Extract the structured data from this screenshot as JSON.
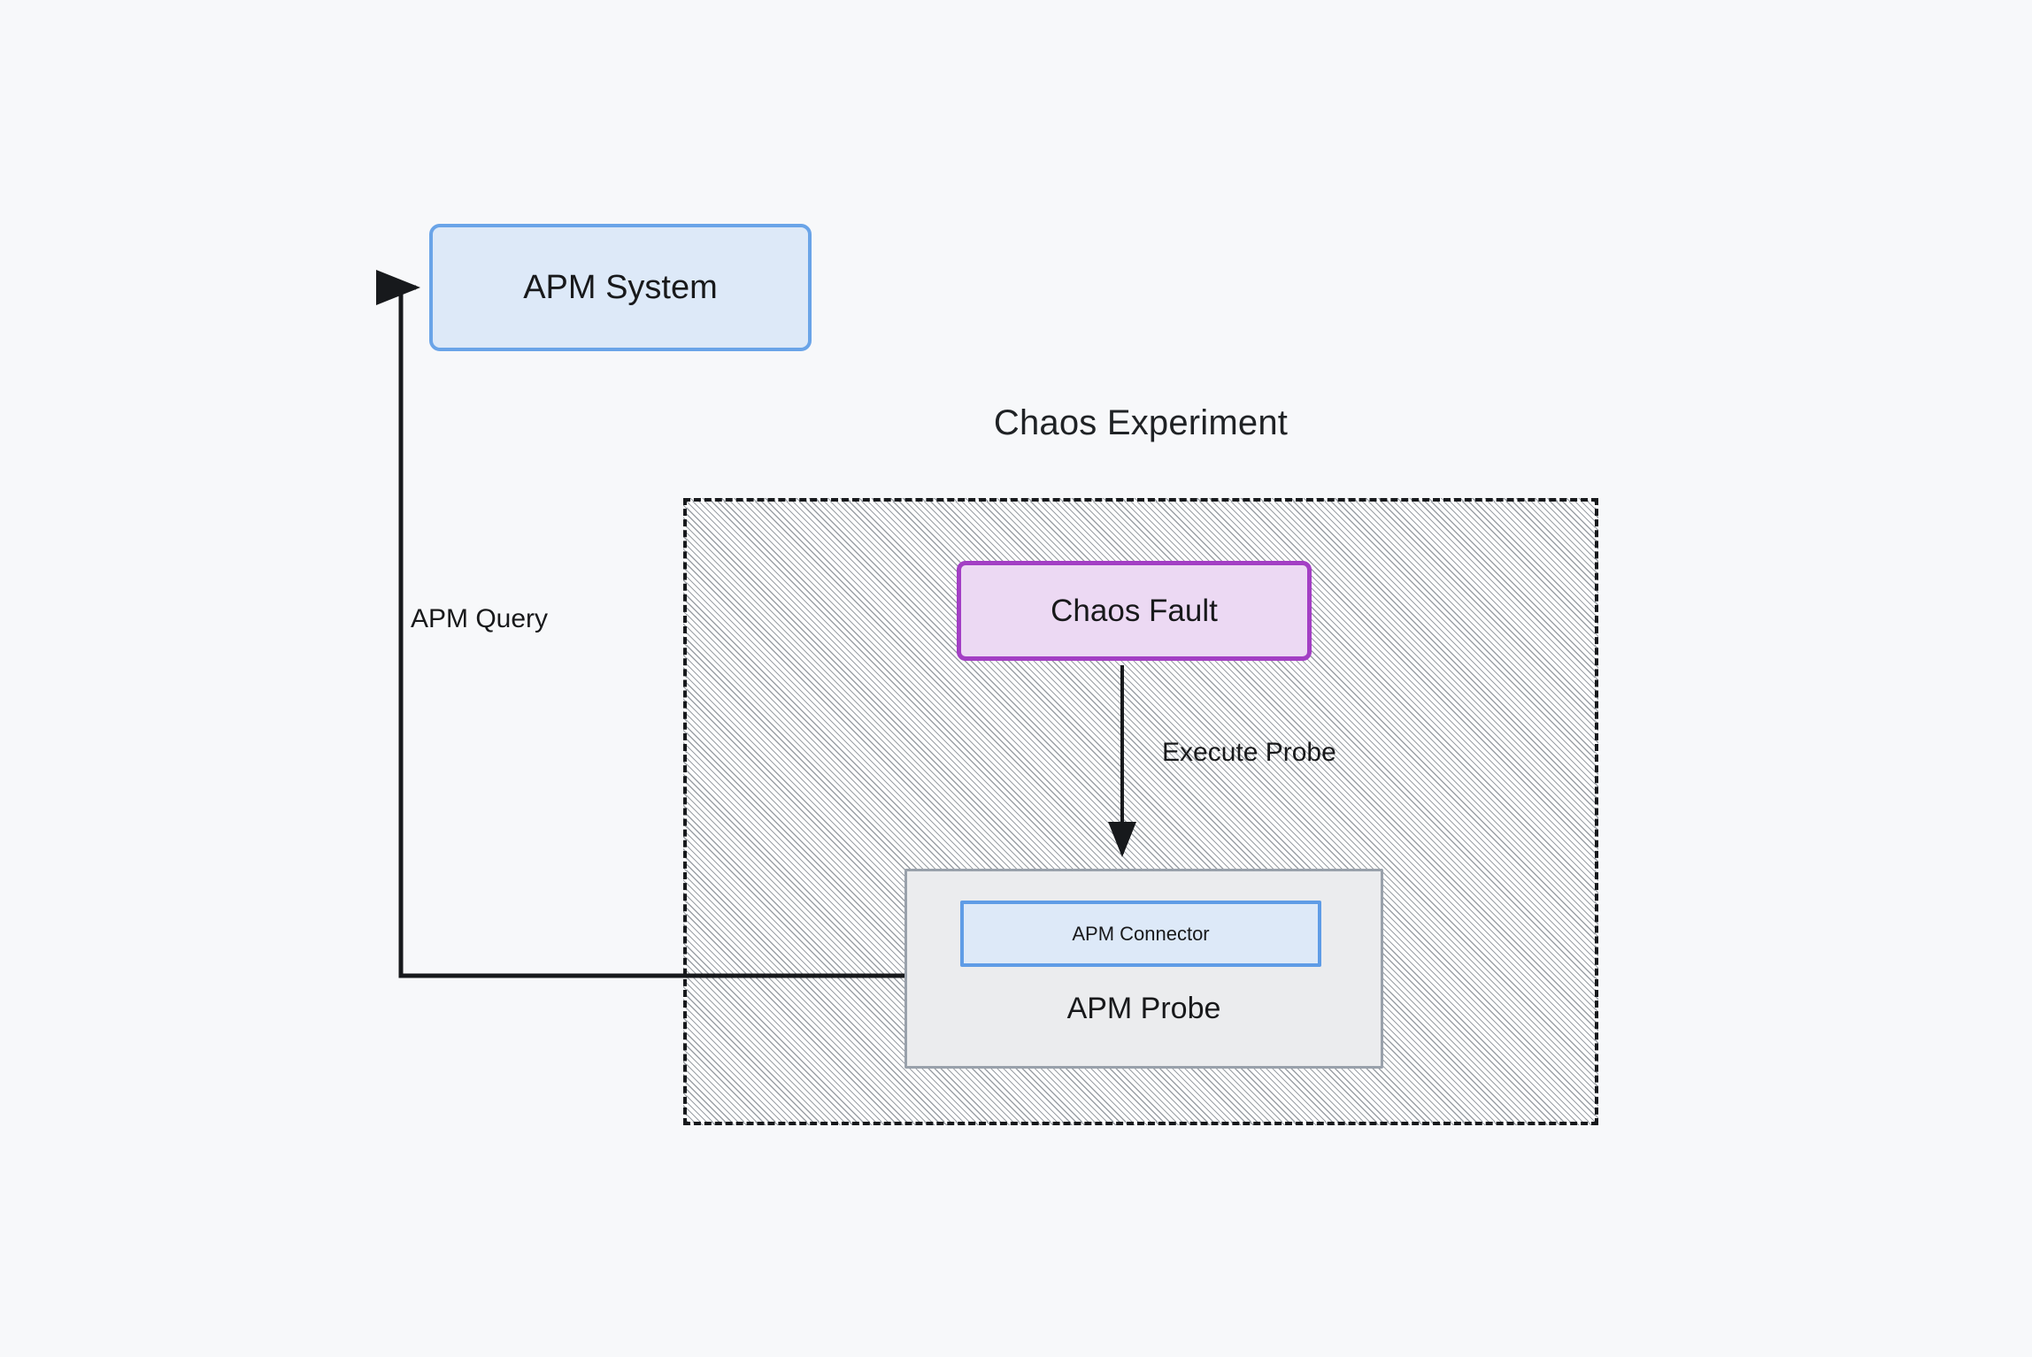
{
  "diagram": {
    "background_color": "#f7f8fa",
    "title": "Chaos Experiment",
    "nodes": {
      "apm_system": {
        "label": "APM System",
        "fill": "#dde9f8",
        "stroke": "#6aa4e8"
      },
      "chaos_fault": {
        "label": "Chaos Fault",
        "fill": "#ecd9f3",
        "stroke": "#a33fc4"
      },
      "apm_probe": {
        "label": "APM Probe",
        "fill": "#ebecee",
        "stroke": "#99a1ab"
      },
      "apm_connector": {
        "label": "APM Connector",
        "fill": "#dde9f8",
        "stroke": "#5f9ce6"
      }
    },
    "container": {
      "label": "Chaos Experiment",
      "stroke": "#17191c",
      "style": "dashed-hatched"
    },
    "edges": [
      {
        "id": "execute-probe",
        "label": "Execute Probe",
        "from": "chaos_fault",
        "to": "apm_probe",
        "stroke": "#17191c",
        "arrow": "end"
      },
      {
        "id": "apm-query",
        "label": "APM Query",
        "from": "apm_probe",
        "to": "apm_system",
        "stroke": "#17191c",
        "arrow": "end"
      }
    ]
  }
}
